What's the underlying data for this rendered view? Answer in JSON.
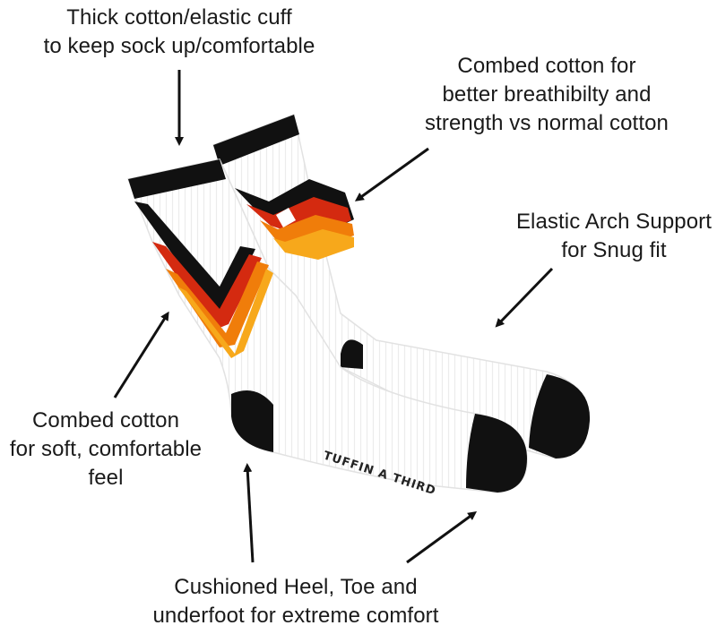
{
  "annotations": {
    "cuff": [
      "Thick cotton/elastic cuff",
      "to keep sock up/comfortable"
    ],
    "combed_top": [
      "Combed cotton for",
      "better breathibilty and",
      "strength vs normal cotton"
    ],
    "arch": [
      "Elastic Arch Support",
      "for Snug fit"
    ],
    "combed_soft": [
      "Combed cotton",
      "for soft, comfortable",
      "feel"
    ],
    "cushion": [
      "Cushioned Heel, Toe and",
      "underfoot for extreme comfort"
    ]
  },
  "sole_text": "TUFFIN A THIRD",
  "colors": {
    "sock": "#ffffff",
    "black": "#111111",
    "red": "#d42a10",
    "orange": "#f07d0a",
    "yellow": "#f7a81b",
    "outline": "#e6e6e6"
  }
}
